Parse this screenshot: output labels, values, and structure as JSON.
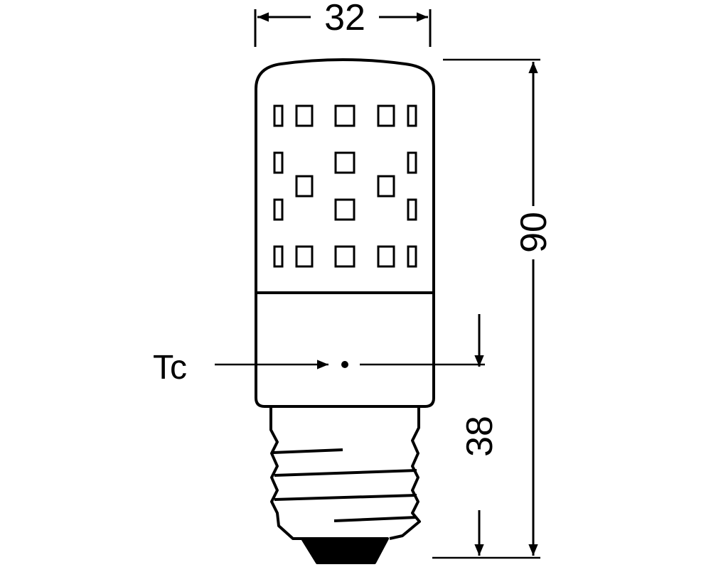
{
  "diagram": {
    "subject": "LED corn bulb dimensional drawing (E27 base)",
    "stroke_color": "#000000",
    "background_color": "#ffffff",
    "dimensions": {
      "width": "32",
      "height_total": "90",
      "tc_height": "38"
    },
    "labels": {
      "tc": "Tc"
    }
  }
}
